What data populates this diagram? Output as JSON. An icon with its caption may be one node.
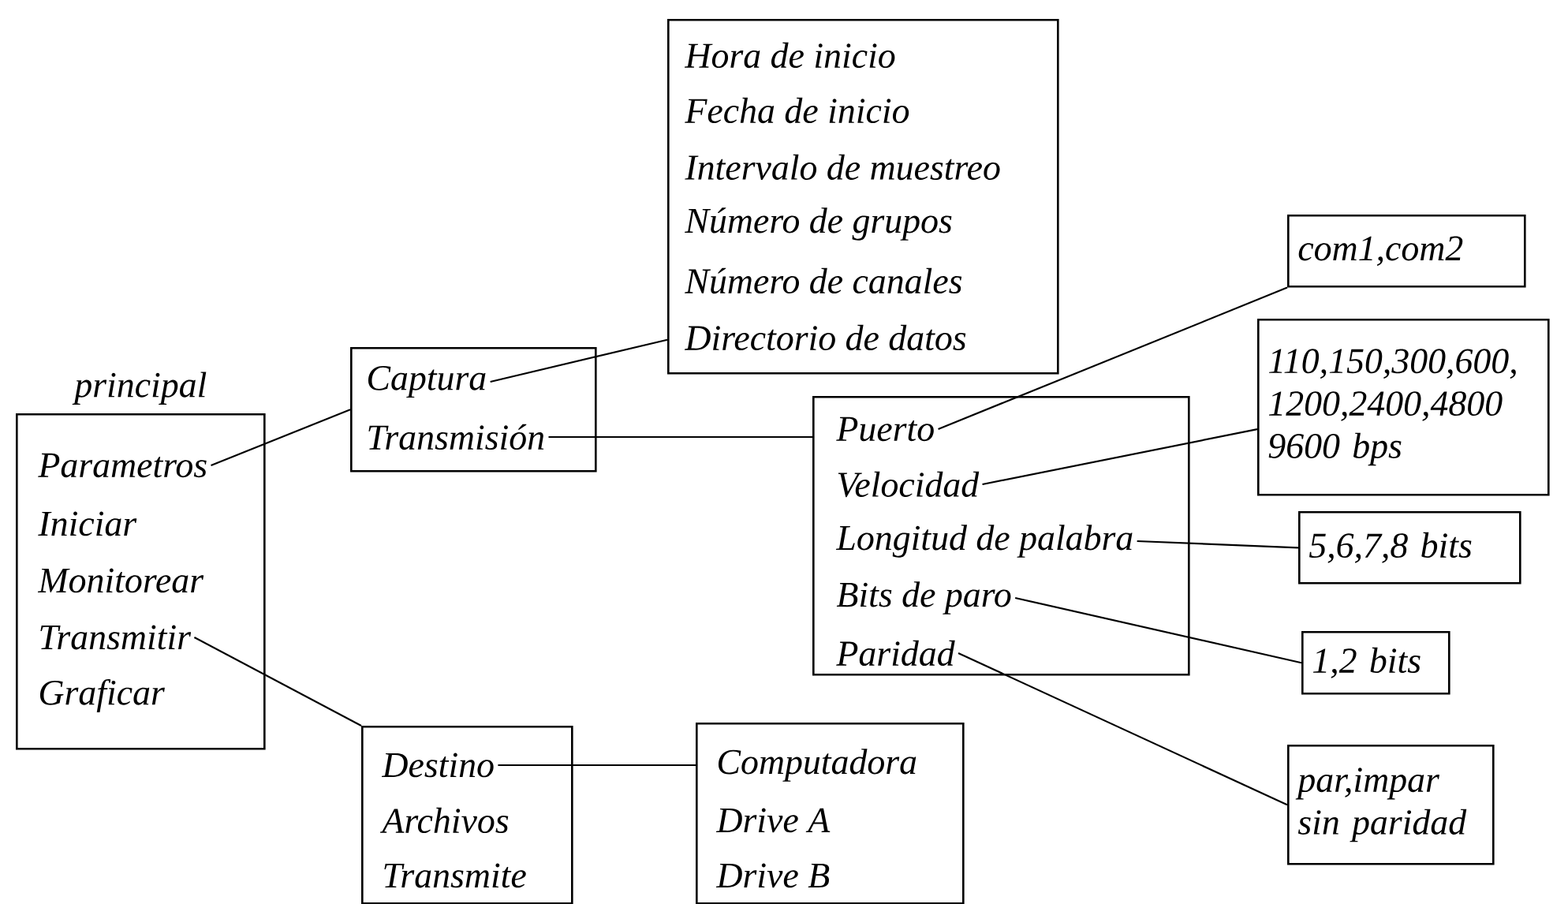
{
  "diagram": {
    "nodes": [
      {
        "text": [
          "principal"
        ]
      },
      {
        "text": [
          "Parametros"
        ],
        "in": 0
      },
      {
        "text": [
          "Iniciar"
        ],
        "in": 0
      },
      {
        "text": [
          "Monitorear"
        ],
        "in": 0
      },
      {
        "text": [
          "Transmitir"
        ],
        "in": 0
      },
      {
        "text": [
          "Graficar"
        ],
        "in": 0
      },
      {
        "text": [],
        "shape": "box"
      },
      {
        "text": [
          "Captura"
        ],
        "in": 6
      },
      {
        "text": [
          "Transmisión"
        ],
        "in": 6
      },
      {
        "text": [],
        "shape": "box"
      },
      {
        "text": [
          "Hora de inicio"
        ],
        "in": 9
      },
      {
        "text": [
          "Fecha de inicio"
        ],
        "in": 9
      },
      {
        "text": [
          "Intervalo de muestreo"
        ],
        "in": 9
      },
      {
        "text": [
          "Número de grupos"
        ],
        "in": 9
      },
      {
        "text": [
          "Número de canales"
        ],
        "in": 9
      },
      {
        "text": [
          "Directorio de datos"
        ],
        "in": 9
      },
      {
        "text": [],
        "shape": "box"
      },
      {
        "text": [
          "Puerto"
        ],
        "in": 16
      },
      {
        "text": [
          "Velocidad"
        ],
        "in": 16
      },
      {
        "text": [
          "Longitud de palabra"
        ],
        "in": 16
      },
      {
        "text": [
          "Bits de paro"
        ],
        "in": 16
      },
      {
        "text": [
          "Paridad"
        ],
        "in": 16
      },
      {
        "text": [
          "com1,com2"
        ]
      },
      {
        "text": [
          "110,150,300,600, 1200,2400,4800 9600 bps"
        ]
      },
      {
        "text": [
          "5,6,7,8 bits"
        ]
      },
      {
        "text": [
          "1,2 bits"
        ]
      },
      {
        "text": [
          "par,impar sin paridad"
        ]
      },
      {
        "text": [],
        "shape": "box"
      },
      {
        "text": [
          "Destino"
        ],
        "in": 27
      },
      {
        "text": [
          "Archivos"
        ],
        "in": 27
      },
      {
        "text": [
          "Transmite"
        ],
        "in": 27
      },
      {
        "text": [],
        "shape": "box"
      },
      {
        "text": [
          "Computadora"
        ],
        "in": 31
      },
      {
        "text": [
          "Drive A"
        ],
        "in": 31
      },
      {
        "text": [
          "Drive B"
        ],
        "in": 31
      }
    ],
    "edges": [
      {
        "from": 1,
        "to": 6,
        "arrow": "none"
      },
      {
        "from": 4,
        "to": 27,
        "arrow": "none"
      },
      {
        "from": 7,
        "to": 9,
        "arrow": "none"
      },
      {
        "from": 8,
        "to": 16,
        "arrow": "none"
      },
      {
        "from": 17,
        "to": 22,
        "arrow": "none"
      },
      {
        "from": 18,
        "to": 23,
        "arrow": "none"
      },
      {
        "from": 19,
        "to": 24,
        "arrow": "none"
      },
      {
        "from": 20,
        "to": 25,
        "arrow": "none"
      },
      {
        "from": 21,
        "to": 26,
        "arrow": "none"
      },
      {
        "from": 28,
        "to": 31,
        "arrow": "none"
      }
    ]
  }
}
